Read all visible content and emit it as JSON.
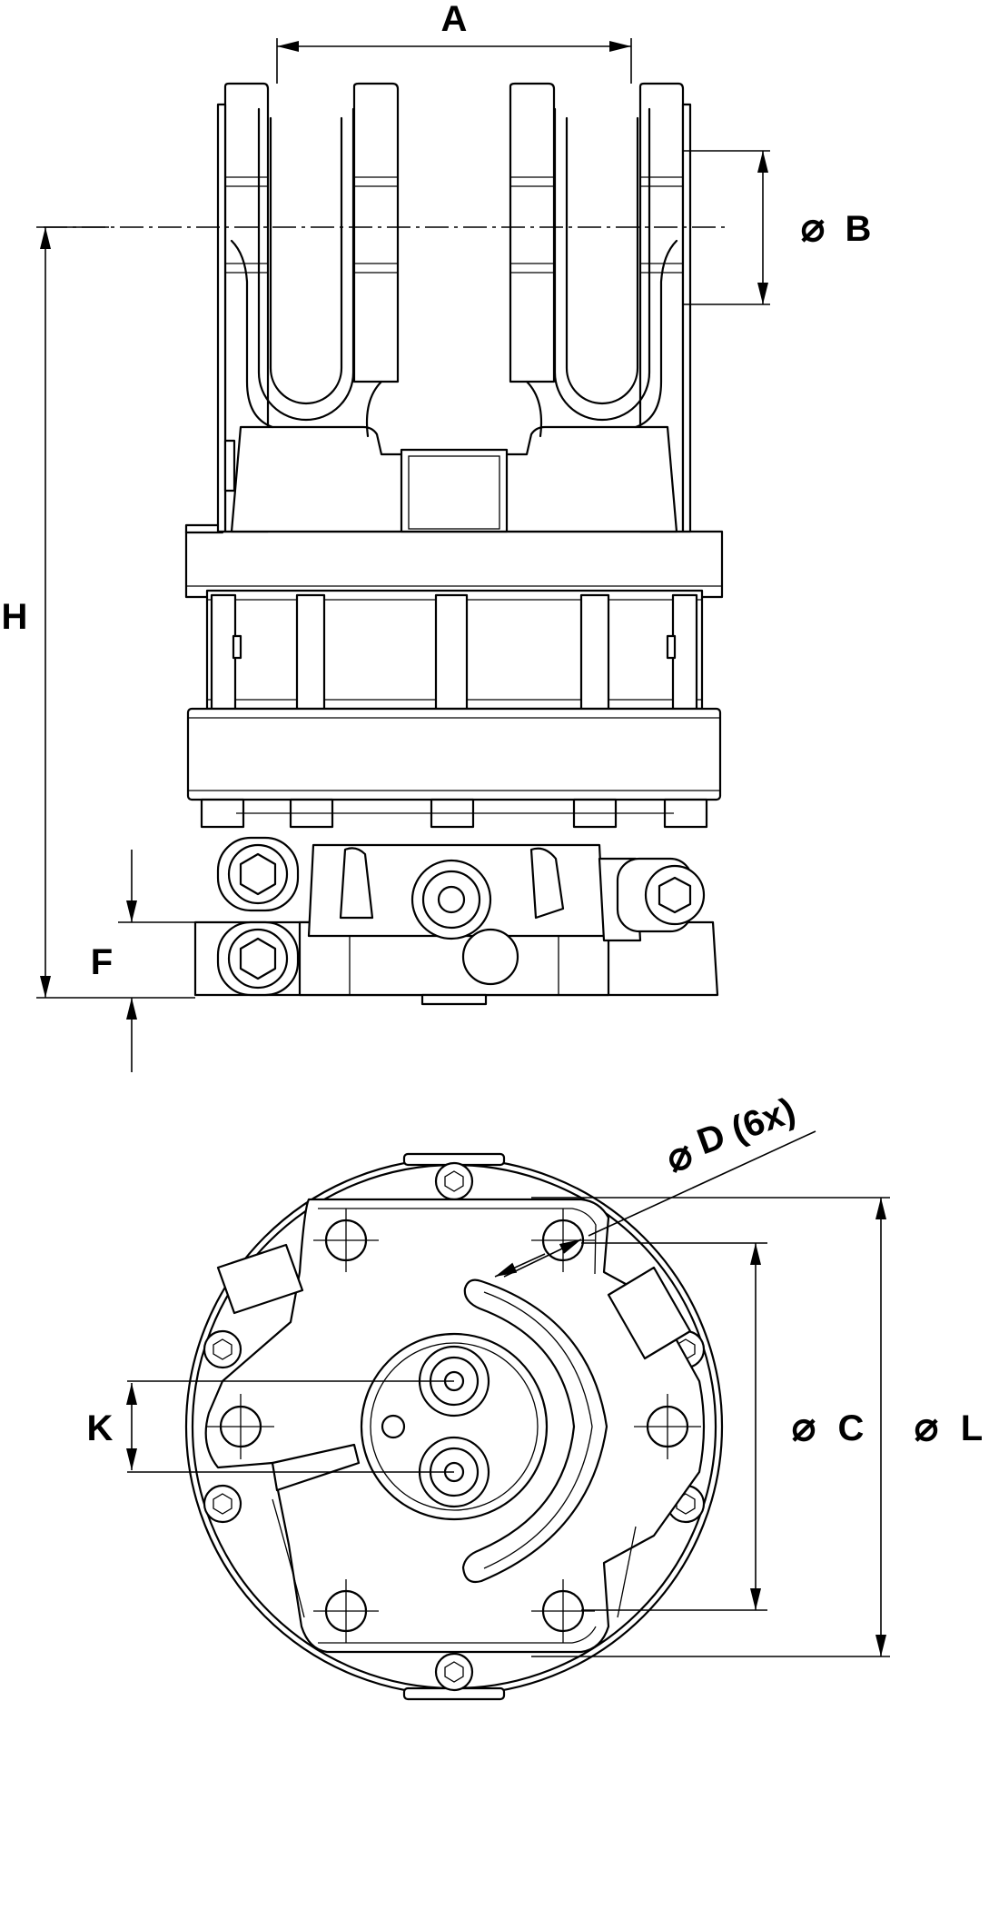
{
  "dimensions": {
    "A": "A",
    "B": "B",
    "H": "H",
    "F": "F",
    "D": "D (6x)",
    "C": "C",
    "L": "L",
    "K": "K"
  },
  "symbols": {
    "diameter": "⌀"
  }
}
